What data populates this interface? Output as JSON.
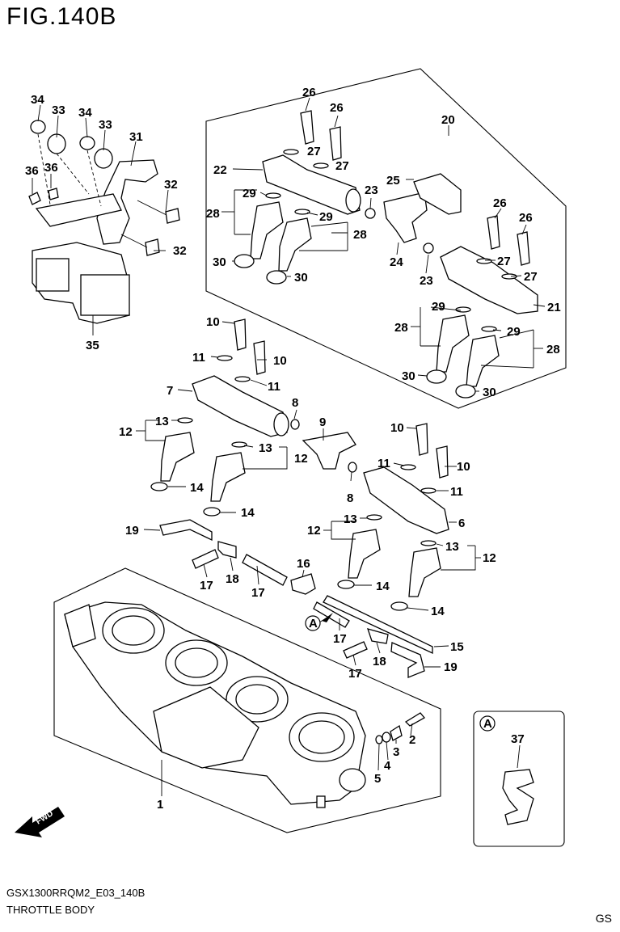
{
  "header": {
    "title": "FIG.140B"
  },
  "footer": {
    "code": "GSX1300RRQM2_E03_140B",
    "name": "THROTTLE BODY",
    "region": "GS"
  },
  "callouts": {
    "c1": "1",
    "c2": "2",
    "c3": "3",
    "c4": "4",
    "c5": "5",
    "c6": "6",
    "c7": "7",
    "c8": "8",
    "c9": "9",
    "c10": "10",
    "c11": "11",
    "c12": "12",
    "c13": "13",
    "c14": "14",
    "c15": "15",
    "c16": "16",
    "c17": "17",
    "c18": "18",
    "c19": "19",
    "c20": "20",
    "c21": "21",
    "c22": "22",
    "c23": "23",
    "c24": "24",
    "c25": "25",
    "c26": "26",
    "c27": "27",
    "c28": "28",
    "c29": "29",
    "c30": "30",
    "c31": "31",
    "c32": "32",
    "c33": "33",
    "c34": "34",
    "c35": "35",
    "c36": "36",
    "c37": "37",
    "cA": "A"
  },
  "fwd_label": "FWD",
  "colors": {
    "ink": "#000000",
    "paper": "#ffffff"
  }
}
